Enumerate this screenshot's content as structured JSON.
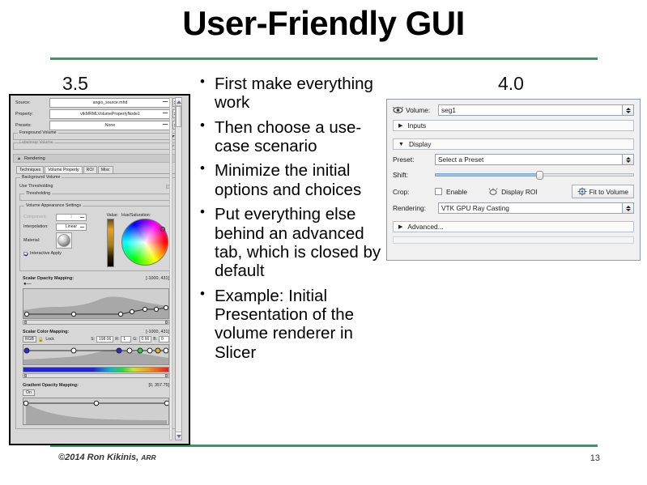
{
  "slide": {
    "title": "User-Friendly GUI",
    "version_left": "3.5",
    "version_right": "4.0",
    "accent_color": "#2e9e5e",
    "bullets": [
      "First make everything work",
      "Then choose a use-case scenario",
      "Minimize the initial options and choices",
      "Put everything else behind an advanced tab, which is closed by default",
      "Example: Initial Presentation of the volume renderer in Slicer"
    ],
    "footer": {
      "copyright": "©2014 Ron Kikinis,",
      "rights": "ARR",
      "page": "13"
    }
  },
  "panel35": {
    "rows": [
      {
        "label": "Source:",
        "value": "angio_source.mhd"
      },
      {
        "label": "Property:",
        "value": "vtkMRMLVolumePropertyNode1"
      },
      {
        "label": "Presets:",
        "value": "None"
      }
    ],
    "groups": [
      {
        "label": "Foreground Volume",
        "dim": false
      },
      {
        "label": "Labelmap Volume",
        "dim": true
      }
    ],
    "rendering_section": "Rendering",
    "tabs": [
      "Techniques",
      "Volume Property",
      "ROI",
      "Misc"
    ],
    "active_tab": "Volume Property",
    "background_volume_legend": "Background Volume",
    "close_glyph": "✕",
    "use_thresholding": "Use Thresholding",
    "thresholding_legend": "Thresholding",
    "vas_legend": "Volume Appearance Settings",
    "component_label": "Component:",
    "component_value": "1",
    "interpolation_label": "Interpolation:",
    "interpolation_value": "Linear",
    "material_label": "Material:",
    "interactive_apply": "Interactive Apply",
    "value_label": "Value:",
    "hue_label": "Hue/Saturation:",
    "scalar_opacity_title": "Scalar Opacity Mapping:",
    "scalar_opacity_range": "[-1000, 431]",
    "scalar_color_title": "Scalar Color Mapping:",
    "scalar_color_range": "[-1000, 431]",
    "rgb_button": "RGB",
    "lock_label": "Lock",
    "lock_icon": "🔒",
    "s_label": "S:",
    "s_value": "198.06",
    "r_label": "R:",
    "r_value": "1",
    "g_label": "G:",
    "g_value": "0.66",
    "b_label": "B:",
    "b_value": "0",
    "gradient_title": "Gradient Opacity Mapping:",
    "gradient_range": "[0, 357.75]",
    "gradient_on": "On"
  },
  "panel40": {
    "volume_label": "Volume:",
    "volume_value": "seg1",
    "inputs_label": "Inputs",
    "display_label": "Display",
    "preset_label": "Preset:",
    "preset_value": "Select a Preset",
    "shift_label": "Shift:",
    "crop_label": "Crop:",
    "enable_label": "Enable",
    "display_roi_label": "Display ROI",
    "fit_to_volume_label": "Fit to Volume",
    "rendering_label": "Rendering:",
    "rendering_value": "VTK GPU Ray Casting",
    "advanced_label": "Advanced...",
    "collapsed_tri": "▶",
    "expanded_tri": "▼"
  }
}
